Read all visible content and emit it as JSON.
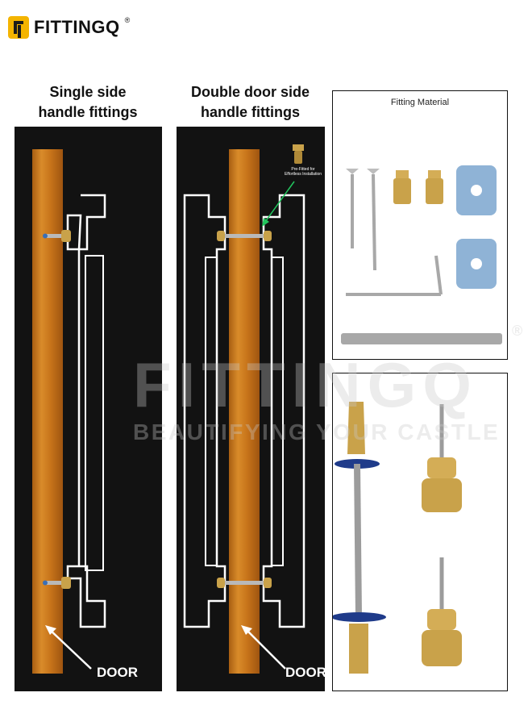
{
  "brand": {
    "name": "FITTINGQ",
    "reg": "®",
    "accent": "#f4b400"
  },
  "panels": {
    "single": {
      "title_line1": "Single side",
      "title_line2": "handle fittings",
      "door_label": "DOOR"
    },
    "double": {
      "title_line1": "Double door side",
      "title_line2": "handle fittings",
      "door_label": "DOOR",
      "callout_line1": "Pre-Fitted for",
      "callout_line2": "Effortless Installation"
    }
  },
  "fitting_box": {
    "title": "Fitting Material"
  },
  "watermark": {
    "brand": "FITTINGQ",
    "tagline": "BEAUTIFYING YOUR CASTLE",
    "reg": "®"
  },
  "colors": {
    "wood": "#c7741a",
    "panel": "#121212",
    "brass": "#c9a24a",
    "pad": "#8fb3d6"
  }
}
